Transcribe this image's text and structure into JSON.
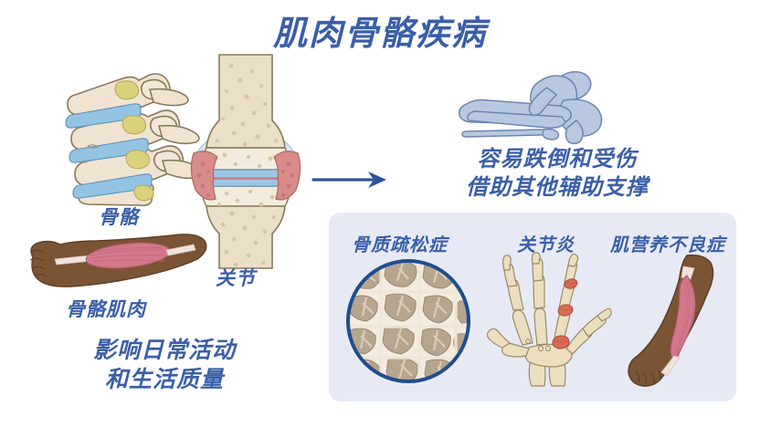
{
  "title": "肌肉骨骼疾病",
  "colors": {
    "title_blue": "#3a5fa8",
    "label_blue": "#3a5fa8",
    "arrow_blue": "#2f5496",
    "panel_background": "#e7eaf5",
    "circle_border": "#1f4e8c",
    "bone_cream": "#ecdfc8",
    "bone_outline": "#8a7a5c",
    "cartilage_blue": "#8fb8d8",
    "synovium_pink": "#d98a8a",
    "disc_blue": "#8fc0e0",
    "facet_yellow": "#d9d07a",
    "skin_brown": "#7a5434",
    "muscle_pink": "#d4788a",
    "figure_blue": "#b8c8e0",
    "inflamed_red": "#d96a56"
  },
  "left_column": {
    "spine": {
      "name": "spine-illustration",
      "label": "骨骼"
    },
    "joint": {
      "name": "knee-joint-illustration",
      "label": "关节"
    },
    "muscle": {
      "name": "skeletal-muscle-arm-illustration",
      "label": "骨骼肌肉"
    },
    "impact_text": {
      "line1": "影响日常活动",
      "line2": "和生活质量"
    }
  },
  "arrow": {
    "name": "flow-arrow",
    "direction": "right"
  },
  "right_column": {
    "person": {
      "name": "fallen-person-with-cane-illustration"
    },
    "fall_text": {
      "line1": "容易跌倒和受伤",
      "line2": "借助其他辅助支撑"
    }
  },
  "disease_panel": {
    "items": [
      {
        "label": "骨质疏松症",
        "illustration": "porous-trabecular-bone-circle"
      },
      {
        "label": "关节炎",
        "illustration": "hand-skeleton-inflamed-joints"
      },
      {
        "label": "肌营养不良症",
        "illustration": "atrophied-arm-muscle"
      }
    ]
  }
}
